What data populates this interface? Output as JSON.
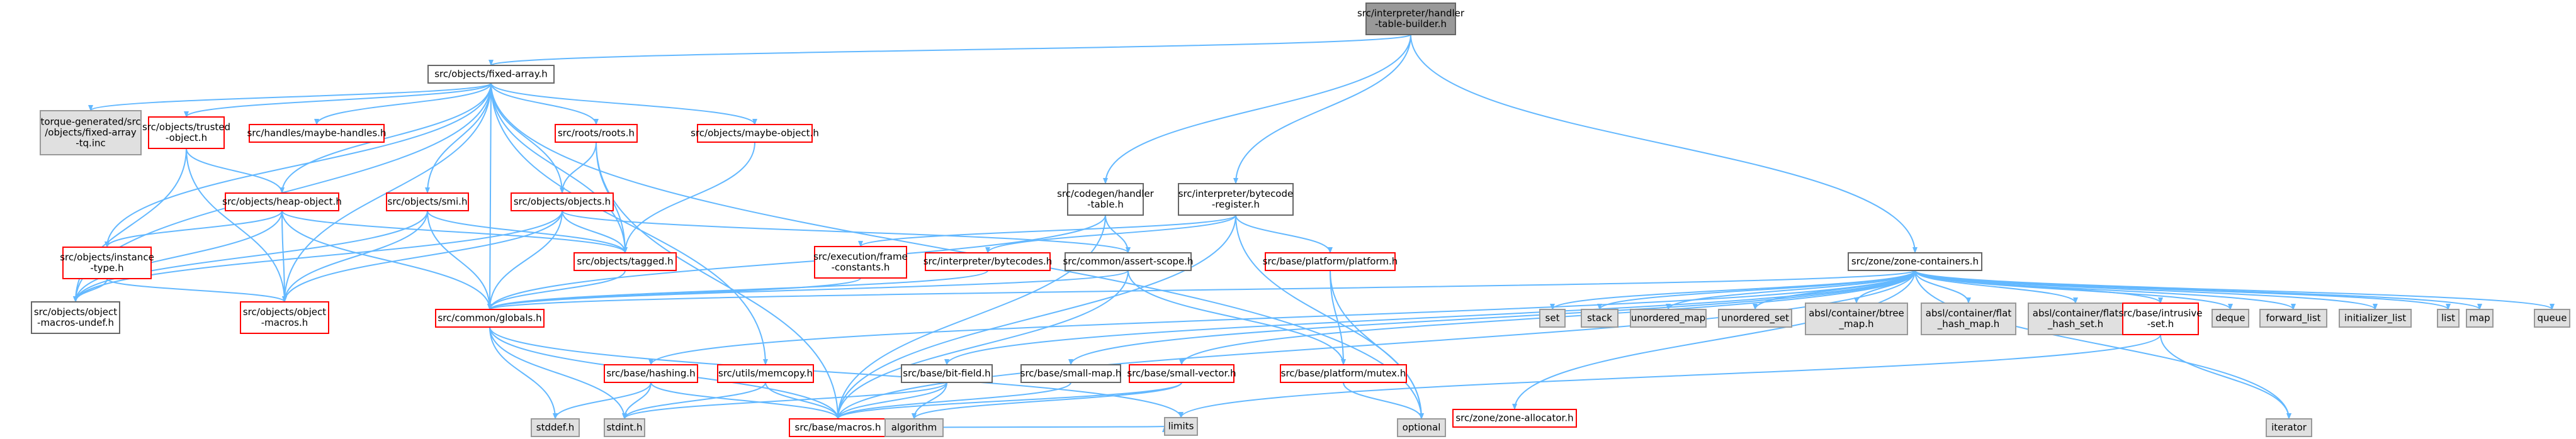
{
  "diagram": {
    "nodes": [
      {
        "id": "root",
        "lines": [
          "src/interpreter/handler",
          "-table-builder.h"
        ],
        "style": "root"
      },
      {
        "id": "fixed_array",
        "lines": [
          "src/objects/fixed-array.h"
        ],
        "style": "black"
      },
      {
        "id": "codegen_handler",
        "lines": [
          "src/codegen/handler",
          "-table.h"
        ],
        "style": "black"
      },
      {
        "id": "bytecode_register",
        "lines": [
          "src/interpreter/bytecode",
          "-register.h"
        ],
        "style": "black"
      },
      {
        "id": "zone_containers",
        "lines": [
          "src/zone/zone-containers.h"
        ],
        "style": "black"
      },
      {
        "id": "torque_gen",
        "lines": [
          "torque-generated/src",
          "/objects/fixed-array",
          "-tq.inc"
        ],
        "style": "grey"
      },
      {
        "id": "trusted_object",
        "lines": [
          "src/objects/trusted",
          "-object.h"
        ],
        "style": "red"
      },
      {
        "id": "maybe_handles",
        "lines": [
          "src/handles/maybe-handles.h"
        ],
        "style": "red"
      },
      {
        "id": "roots",
        "lines": [
          "src/roots/roots.h"
        ],
        "style": "red"
      },
      {
        "id": "maybe_object",
        "lines": [
          "src/objects/maybe-object.h"
        ],
        "style": "red"
      },
      {
        "id": "heap_object",
        "lines": [
          "src/objects/heap-object.h"
        ],
        "style": "red"
      },
      {
        "id": "smi",
        "lines": [
          "src/objects/smi.h"
        ],
        "style": "red"
      },
      {
        "id": "objects",
        "lines": [
          "src/objects/objects.h"
        ],
        "style": "red"
      },
      {
        "id": "instance_type",
        "lines": [
          "src/objects/instance",
          "-type.h"
        ],
        "style": "red"
      },
      {
        "id": "tagged",
        "lines": [
          "src/objects/tagged.h"
        ],
        "style": "red"
      },
      {
        "id": "object_macros_undef",
        "lines": [
          "src/objects/object",
          "-macros-undef.h"
        ],
        "style": "black"
      },
      {
        "id": "object_macros",
        "lines": [
          "src/objects/object",
          "-macros.h"
        ],
        "style": "red"
      },
      {
        "id": "globals",
        "lines": [
          "src/common/globals.h"
        ],
        "style": "red"
      },
      {
        "id": "frame_constants",
        "lines": [
          "src/execution/frame",
          "-constants.h"
        ],
        "style": "red"
      },
      {
        "id": "bytecodes",
        "lines": [
          "src/interpreter/bytecodes.h"
        ],
        "style": "red"
      },
      {
        "id": "assert_scope",
        "lines": [
          "src/common/assert-scope.h"
        ],
        "style": "black"
      },
      {
        "id": "platform",
        "lines": [
          "src/base/platform/platform.h"
        ],
        "style": "red"
      },
      {
        "id": "hashing",
        "lines": [
          "src/base/hashing.h"
        ],
        "style": "red"
      },
      {
        "id": "memcopy",
        "lines": [
          "src/utils/memcopy.h"
        ],
        "style": "red"
      },
      {
        "id": "bit_field",
        "lines": [
          "src/base/bit-field.h"
        ],
        "style": "black"
      },
      {
        "id": "small_map",
        "lines": [
          "src/base/small-map.h"
        ],
        "style": "black"
      },
      {
        "id": "small_vector",
        "lines": [
          "src/base/small-vector.h"
        ],
        "style": "red"
      },
      {
        "id": "mutex",
        "lines": [
          "src/base/platform/mutex.h"
        ],
        "style": "red"
      },
      {
        "id": "set",
        "lines": [
          "set"
        ],
        "style": "grey"
      },
      {
        "id": "stack",
        "lines": [
          "stack"
        ],
        "style": "grey"
      },
      {
        "id": "unordered_map",
        "lines": [
          "unordered_map"
        ],
        "style": "grey"
      },
      {
        "id": "unordered_set",
        "lines": [
          "unordered_set"
        ],
        "style": "grey"
      },
      {
        "id": "btree_map",
        "lines": [
          "absl/container/btree",
          "_map.h"
        ],
        "style": "grey"
      },
      {
        "id": "flat_hash_map",
        "lines": [
          "absl/container/flat",
          "_hash_map.h"
        ],
        "style": "grey"
      },
      {
        "id": "flat_hash_set",
        "lines": [
          "absl/container/flat",
          "_hash_set.h"
        ],
        "style": "grey"
      },
      {
        "id": "intrusive_set",
        "lines": [
          "src/base/intrusive",
          "-set.h"
        ],
        "style": "red"
      },
      {
        "id": "deque",
        "lines": [
          "deque"
        ],
        "style": "grey"
      },
      {
        "id": "forward_list",
        "lines": [
          "forward_list"
        ],
        "style": "grey"
      },
      {
        "id": "initializer_list",
        "lines": [
          "initializer_list"
        ],
        "style": "grey"
      },
      {
        "id": "list",
        "lines": [
          "list"
        ],
        "style": "grey"
      },
      {
        "id": "map",
        "lines": [
          "map"
        ],
        "style": "grey"
      },
      {
        "id": "queue",
        "lines": [
          "queue"
        ],
        "style": "grey"
      },
      {
        "id": "stddef",
        "lines": [
          "stddef.h"
        ],
        "style": "grey"
      },
      {
        "id": "stdint",
        "lines": [
          "stdint.h"
        ],
        "style": "grey"
      },
      {
        "id": "macros",
        "lines": [
          "src/base/macros.h"
        ],
        "style": "red"
      },
      {
        "id": "algorithm",
        "lines": [
          "algorithm"
        ],
        "style": "grey"
      },
      {
        "id": "optional",
        "lines": [
          "optional"
        ],
        "style": "grey"
      },
      {
        "id": "zone_allocator",
        "lines": [
          "src/zone/zone-allocator.h"
        ],
        "style": "red"
      },
      {
        "id": "iterator",
        "lines": [
          "iterator"
        ],
        "style": "grey"
      },
      {
        "id": "limits",
        "lines": [
          "limits"
        ],
        "style": "grey"
      }
    ],
    "edges": [
      [
        "root",
        "fixed_array"
      ],
      [
        "root",
        "codegen_handler"
      ],
      [
        "root",
        "bytecode_register"
      ],
      [
        "root",
        "zone_containers"
      ],
      [
        "fixed_array",
        "torque_gen"
      ],
      [
        "fixed_array",
        "trusted_object"
      ],
      [
        "fixed_array",
        "maybe_handles"
      ],
      [
        "fixed_array",
        "roots"
      ],
      [
        "fixed_array",
        "maybe_object"
      ],
      [
        "fixed_array",
        "heap_object"
      ],
      [
        "fixed_array",
        "smi"
      ],
      [
        "fixed_array",
        "objects"
      ],
      [
        "fixed_array",
        "instance_type"
      ],
      [
        "fixed_array",
        "tagged"
      ],
      [
        "fixed_array",
        "object_macros_undef"
      ],
      [
        "fixed_array",
        "object_macros"
      ],
      [
        "fixed_array",
        "globals"
      ],
      [
        "fixed_array",
        "memcopy"
      ],
      [
        "fixed_array",
        "optional"
      ],
      [
        "trusted_object",
        "heap_object"
      ],
      [
        "trusted_object",
        "object_macros"
      ],
      [
        "trusted_object",
        "object_macros_undef"
      ],
      [
        "roots",
        "objects"
      ],
      [
        "roots",
        "tagged"
      ],
      [
        "roots",
        "macros"
      ],
      [
        "maybe_object",
        "tagged"
      ],
      [
        "heap_object",
        "instance_type"
      ],
      [
        "heap_object",
        "object_macros"
      ],
      [
        "heap_object",
        "object_macros_undef"
      ],
      [
        "heap_object",
        "globals"
      ],
      [
        "heap_object",
        "tagged"
      ],
      [
        "smi",
        "tagged"
      ],
      [
        "smi",
        "globals"
      ],
      [
        "smi",
        "object_macros"
      ],
      [
        "smi",
        "object_macros_undef"
      ],
      [
        "objects",
        "tagged"
      ],
      [
        "objects",
        "globals"
      ],
      [
        "objects",
        "object_macros"
      ],
      [
        "objects",
        "object_macros_undef"
      ],
      [
        "objects",
        "assert_scope"
      ],
      [
        "instance_type",
        "object_macros"
      ],
      [
        "instance_type",
        "object_macros_undef"
      ],
      [
        "tagged",
        "globals"
      ],
      [
        "globals",
        "macros"
      ],
      [
        "globals",
        "stddef"
      ],
      [
        "globals",
        "stdint"
      ],
      [
        "globals",
        "limits"
      ],
      [
        "codegen_handler",
        "assert_scope"
      ],
      [
        "codegen_handler",
        "globals"
      ],
      [
        "codegen_handler",
        "macros"
      ],
      [
        "bytecode_register",
        "frame_constants"
      ],
      [
        "bytecode_register",
        "bytecodes"
      ],
      [
        "bytecode_register",
        "platform"
      ],
      [
        "bytecode_register",
        "macros"
      ],
      [
        "bytecode_register",
        "optional"
      ],
      [
        "frame_constants",
        "globals"
      ],
      [
        "bytecodes",
        "globals"
      ],
      [
        "assert_scope",
        "mutex"
      ],
      [
        "assert_scope",
        "globals"
      ],
      [
        "assert_scope",
        "macros"
      ],
      [
        "platform",
        "mutex"
      ],
      [
        "platform",
        "optional"
      ],
      [
        "mutex",
        "optional"
      ],
      [
        "hashing",
        "stdint"
      ],
      [
        "hashing",
        "macros"
      ],
      [
        "hashing",
        "stddef"
      ],
      [
        "memcopy",
        "macros"
      ],
      [
        "memcopy",
        "stdint"
      ],
      [
        "bit_field",
        "macros"
      ],
      [
        "bit_field",
        "algorithm"
      ],
      [
        "bit_field",
        "stdint"
      ],
      [
        "small_map",
        "macros"
      ],
      [
        "small_vector",
        "macros"
      ],
      [
        "small_vector",
        "algorithm"
      ],
      [
        "macros",
        "limits"
      ],
      [
        "zone_containers",
        "set"
      ],
      [
        "zone_containers",
        "stack"
      ],
      [
        "zone_containers",
        "unordered_map"
      ],
      [
        "zone_containers",
        "unordered_set"
      ],
      [
        "zone_containers",
        "btree_map"
      ],
      [
        "zone_containers",
        "flat_hash_map"
      ],
      [
        "zone_containers",
        "flat_hash_set"
      ],
      [
        "zone_containers",
        "intrusive_set"
      ],
      [
        "zone_containers",
        "deque"
      ],
      [
        "zone_containers",
        "forward_list"
      ],
      [
        "zone_containers",
        "initializer_list"
      ],
      [
        "zone_containers",
        "list"
      ],
      [
        "zone_containers",
        "map"
      ],
      [
        "zone_containers",
        "queue"
      ],
      [
        "zone_containers",
        "iterator"
      ],
      [
        "zone_containers",
        "hashing"
      ],
      [
        "zone_containers",
        "bit_field"
      ],
      [
        "zone_containers",
        "small_map"
      ],
      [
        "zone_containers",
        "small_vector"
      ],
      [
        "zone_containers",
        "zone_allocator"
      ],
      [
        "zone_containers",
        "globals"
      ],
      [
        "zone_containers",
        "macros"
      ],
      [
        "intrusive_set",
        "iterator"
      ],
      [
        "intrusive_set",
        "limits"
      ]
    ]
  }
}
